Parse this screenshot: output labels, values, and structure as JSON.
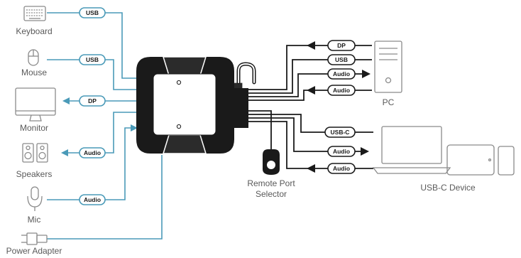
{
  "colors": {
    "teal": "#4a9ab8",
    "black": "#1a1a1a",
    "device_stroke": "#8a8a8a",
    "label": "#5a5a5a"
  },
  "devices": {
    "keyboard": "Keyboard",
    "mouse": "Mouse",
    "monitor": "Monitor",
    "speakers": "Speakers",
    "mic": "Mic",
    "power": "Power Adapter",
    "pc": "PC",
    "usbc": "USB-C Device",
    "selector_line1": "Remote Port",
    "selector_line2": "Selector"
  },
  "connectors": {
    "keyboard": "USB",
    "mouse": "USB",
    "monitor": "DP",
    "speakers": "Audio",
    "mic": "Audio",
    "pc_dp": "DP",
    "pc_usb": "USB",
    "pc_audio_out": "Audio",
    "pc_audio_in": "Audio",
    "usbc": "USB-C",
    "usbc_audio_out": "Audio",
    "usbc_audio_in": "Audio"
  }
}
